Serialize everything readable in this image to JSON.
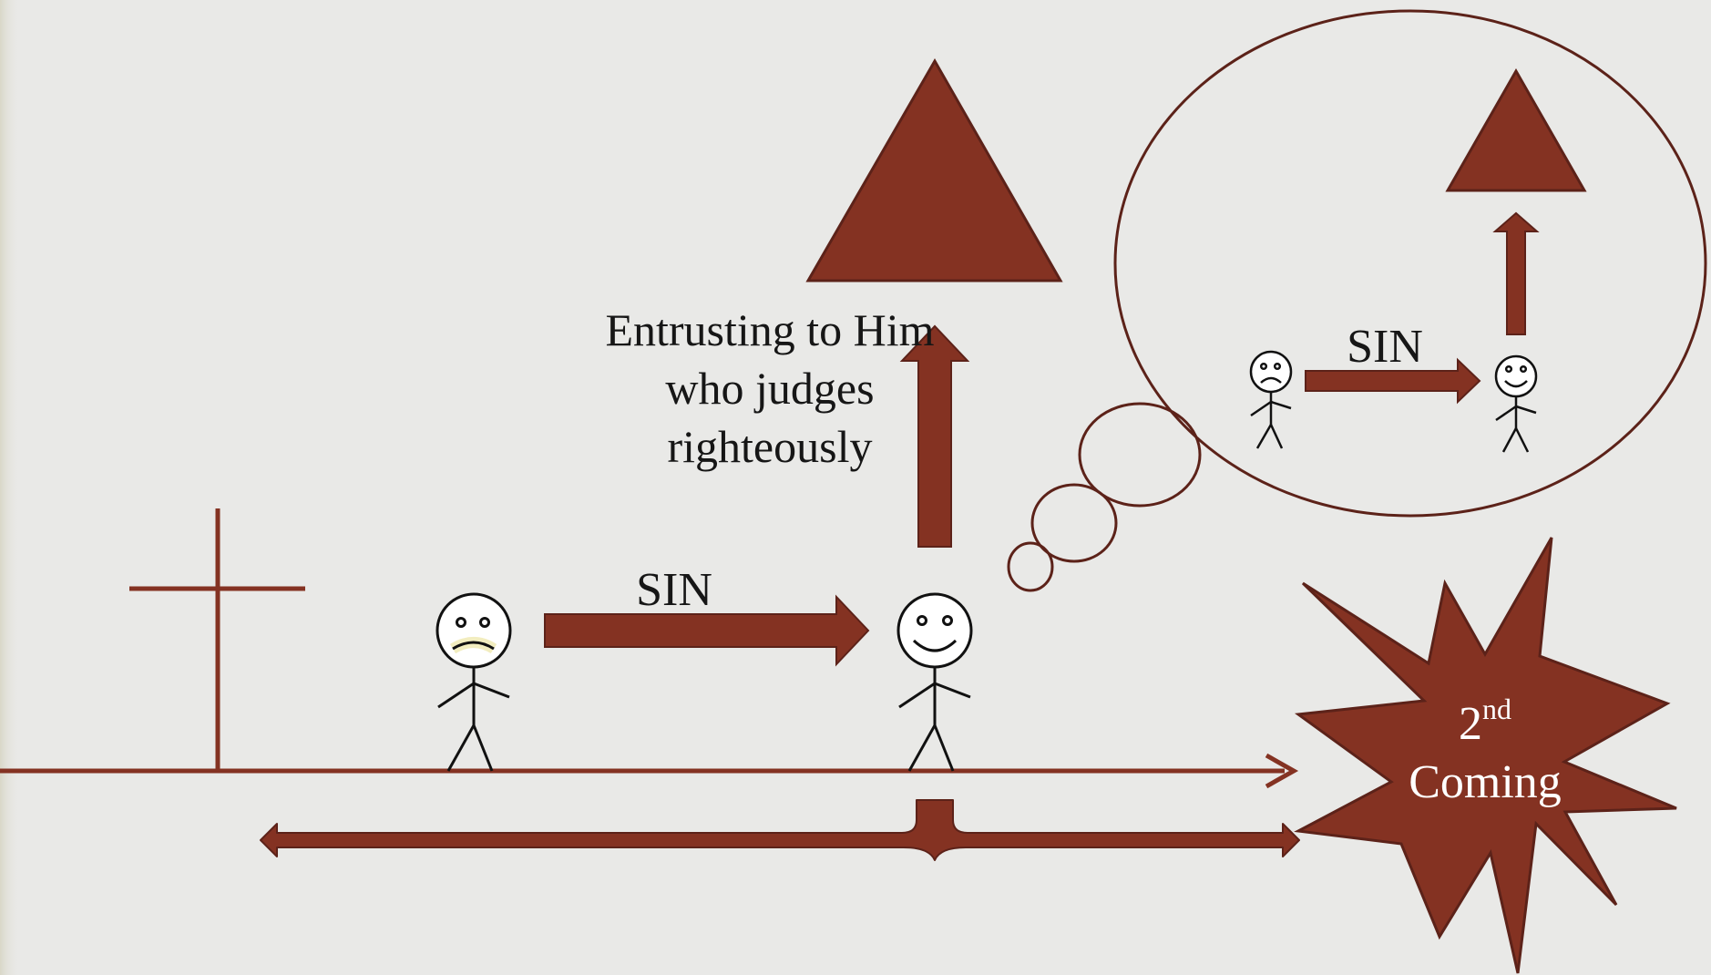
{
  "colors": {
    "background": "#e9e9e7",
    "accent": "#843222",
    "stroke": "#5c2219",
    "figure": "#111111",
    "frown_tint": "#f2edbf",
    "text": "#161616",
    "starburst_text": "#ffffff"
  },
  "labels": {
    "sin_main": "SIN",
    "entrusting": "Entrusting to Him who judges righteously",
    "sin_thought": "SIN",
    "second_ordinal": "2",
    "second_suffix": "nd",
    "coming": "Coming"
  },
  "icons": [
    "cross-icon",
    "sad-stick-figure-icon",
    "happy-stick-figure-icon",
    "triangle-icon",
    "thought-bubble-icon",
    "starburst-icon"
  ]
}
